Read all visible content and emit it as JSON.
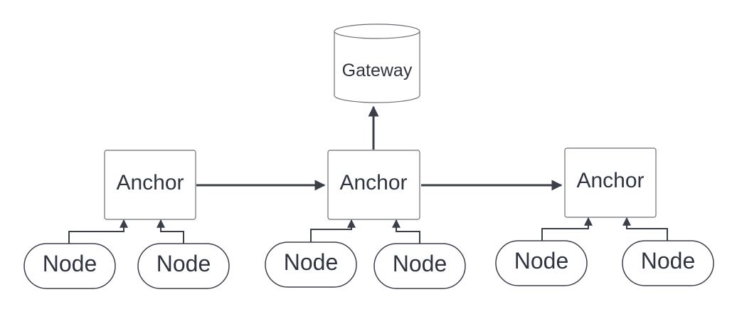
{
  "gateway": {
    "label": "Gateway"
  },
  "anchors": [
    {
      "label": "Anchor"
    },
    {
      "label": "Anchor"
    },
    {
      "label": "Anchor"
    }
  ],
  "nodes": [
    {
      "label": "Node"
    },
    {
      "label": "Node"
    },
    {
      "label": "Node"
    },
    {
      "label": "Node"
    },
    {
      "label": "Node"
    },
    {
      "label": "Node"
    }
  ],
  "colors": {
    "line": "#3a3f4a",
    "box_border": "#6b6f76",
    "text": "#2f3440",
    "background": "#ffffff"
  }
}
